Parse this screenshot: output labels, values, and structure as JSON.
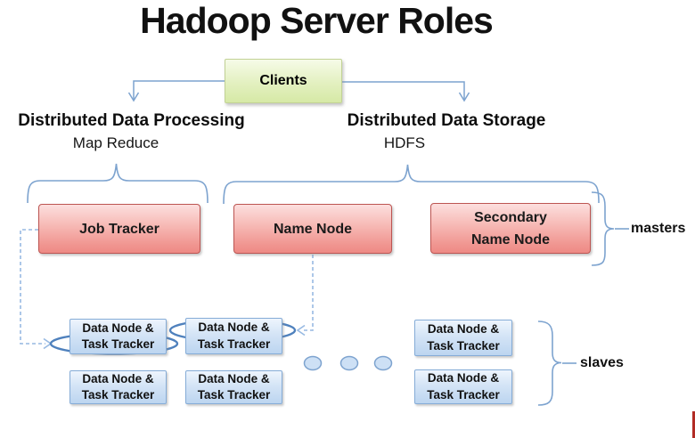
{
  "title": "Hadoop Server Roles",
  "clients": {
    "label": "Clients"
  },
  "branches": {
    "processing": {
      "heading": "Distributed Data Processing",
      "tech": "Map Reduce"
    },
    "storage": {
      "heading": "Distributed Data Storage",
      "tech": "HDFS"
    }
  },
  "master_nodes": {
    "job_tracker": "Job Tracker",
    "name_node": "Name Node",
    "secondary_name_node_line1": "Secondary",
    "secondary_name_node_line2": "Name Node"
  },
  "slave_node": {
    "line1": "Data Node &",
    "line2": "Task Tracker"
  },
  "group_labels": {
    "masters": "masters",
    "slaves": "slaves"
  },
  "colors": {
    "master_node_fill_top": "#fcdfde",
    "master_node_fill_bottom": "#ee8a85",
    "master_node_border": "#bc5552",
    "clients_fill_top": "#f6fbe8",
    "clients_fill_bottom": "#d6e9a6",
    "clients_border": "#c2d295",
    "slave_node_fill_top": "#eef5fd",
    "slave_node_fill_bottom": "#bcd5f0",
    "slave_node_border": "#85acd7",
    "connector_blue": "#7da3cf",
    "dashed_arrow_blue": "#97b9e2",
    "highlight_ellipse_blue": "#4f81bd",
    "red_edge_mark": "#b22b25"
  }
}
